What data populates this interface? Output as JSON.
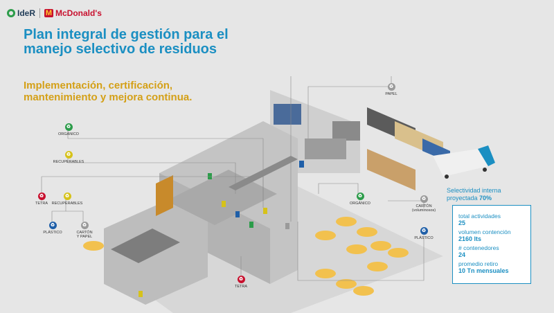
{
  "logos": {
    "ider": "IdeR",
    "mcd_mark": "M",
    "mcdonalds": "McDonald's"
  },
  "title": "Plan integral de gestión para el manejo selectivo de residuos",
  "subtitle": "Implementación, certificación, mantenimiento y mejora continua.",
  "labels": {
    "papel": "PAPEL",
    "organico_top": "ORGÁNICO",
    "recuperables_top": "RECUPERABLES",
    "tetra_left": "TETRA",
    "recuperables_left": "RECUPERABLES",
    "plastico_left": "PLÁSTICO",
    "carton_papel_1": "CARTÓN",
    "carton_papel_2": "Y PAPEL",
    "organico_right": "ORGÁNICO",
    "carton_vol_1": "CARTÓN",
    "carton_vol_2": "(voluminosos)",
    "plastico_right": "PLÁSTICO",
    "tetra_bottom": "TETRA"
  },
  "selectivity": {
    "label_1": "Selectividad interna",
    "label_2": "proyectada",
    "value": "70%"
  },
  "stats": [
    {
      "name": "total actividades",
      "value": "25"
    },
    {
      "name": "volumen contención",
      "value": "2160 lts"
    },
    {
      "name": "# contenedores",
      "value": "24"
    },
    {
      "name": "promedio retiro",
      "value": "10 Tn mensuales"
    }
  ],
  "colors": {
    "title": "#1b8fc2",
    "subtitle": "#d4a017",
    "organic": "#2c9c4a",
    "recoverable": "#d6c21a",
    "plastic": "#1f5fa8",
    "carton": "#9a9a9a",
    "tetra": "#c8102e"
  }
}
